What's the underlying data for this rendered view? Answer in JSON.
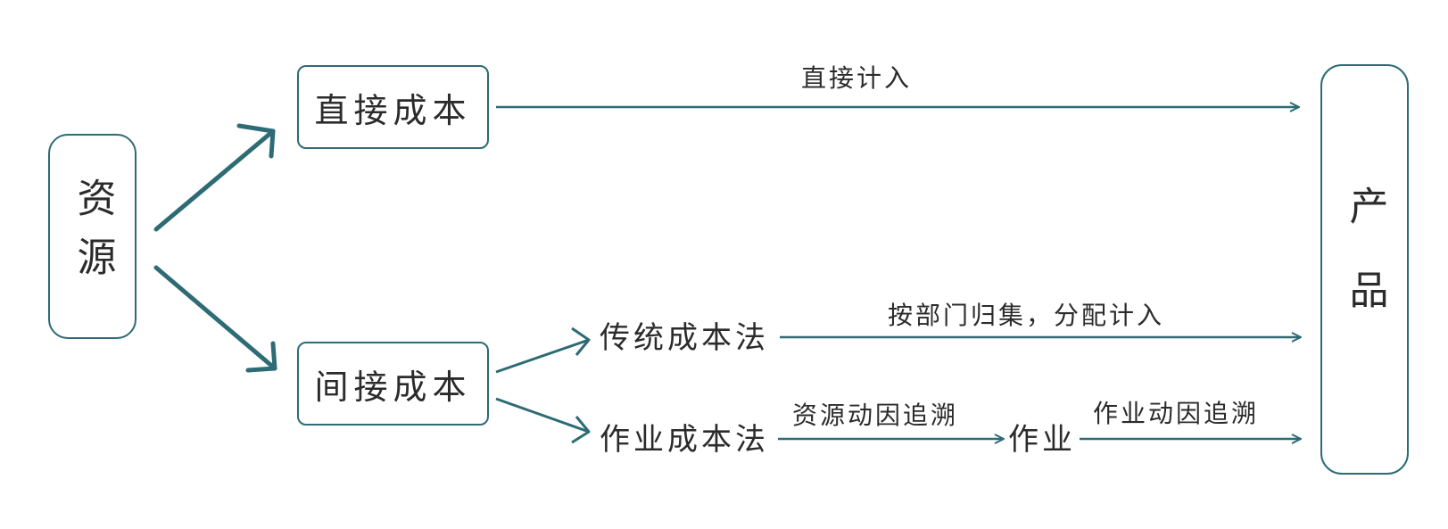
{
  "colors": {
    "stroke": "#2d6b75",
    "text": "#2b2b2b",
    "background": "#ffffff"
  },
  "nodes": {
    "resource": "资源",
    "direct_cost": "直接成本",
    "indirect_cost": "间接成本",
    "traditional_method": "传统成本法",
    "activity_method": "作业成本法",
    "activity": "作业",
    "product": "产品"
  },
  "edges": {
    "direct_to_product": "直接计入",
    "traditional_to_product": "按部门归集，分配计入",
    "activity_method_to_activity": "资源动因追溯",
    "activity_to_product": "作业动因追溯"
  }
}
